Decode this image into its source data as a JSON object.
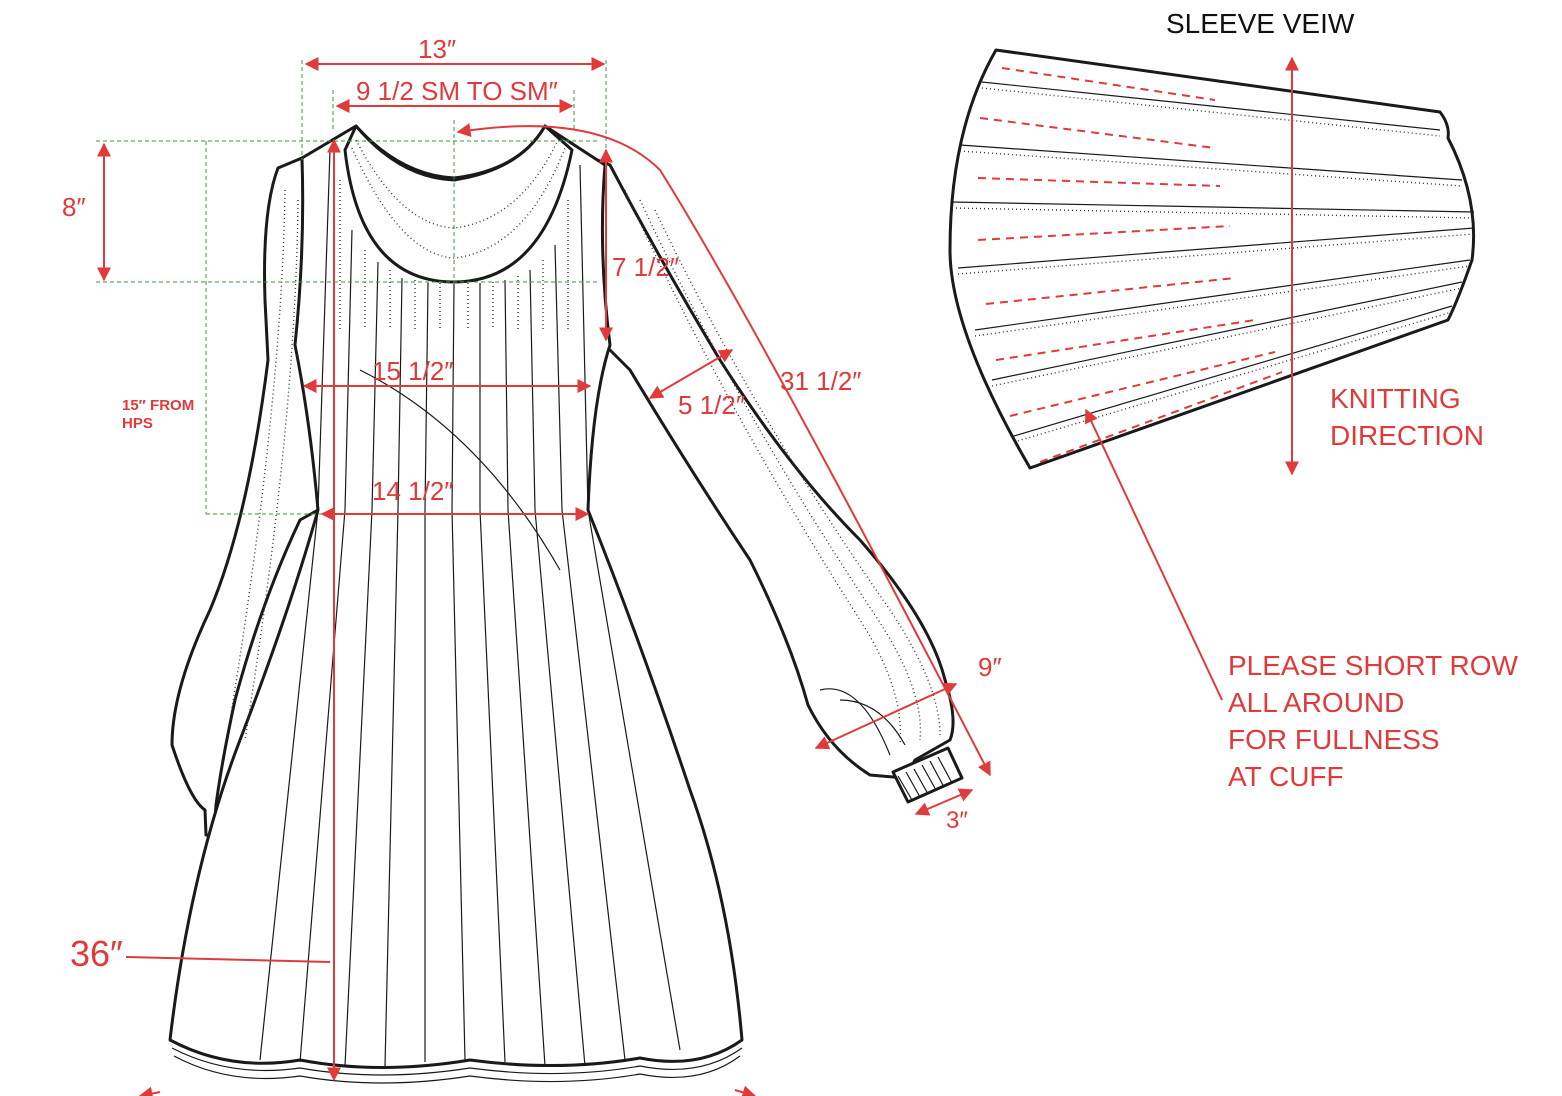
{
  "sleeve_view": {
    "title": "SLEEVE VEIW",
    "direction_label_line1": "KNITTING",
    "direction_label_line2": "DIRECTION",
    "note_line1": "PLEASE SHORT ROW",
    "note_line2": "ALL AROUND",
    "note_line3": "FOR FULLNESS",
    "note_line4": "AT CUFF"
  },
  "measurements": {
    "across_shoulder": "13″",
    "shoulder_point": "9 1/2 SM TO SM″",
    "armhole_depth": "8″",
    "neck_drop": "7 1/2″",
    "chest": "15 1/2″",
    "waist": "14 1/2″",
    "waist_from_hps_line1": "15″ FROM",
    "waist_from_hps_line2": "HPS",
    "bicep": "5 1/2″",
    "sleeve_length": "31 1/2″",
    "sleeve_bottom": "9″",
    "cuff_height": "3″",
    "body_length": "36″"
  },
  "colors": {
    "annotation": "#e03a3a",
    "outline": "#1a1a1a",
    "guide": "#3a9a3a"
  }
}
